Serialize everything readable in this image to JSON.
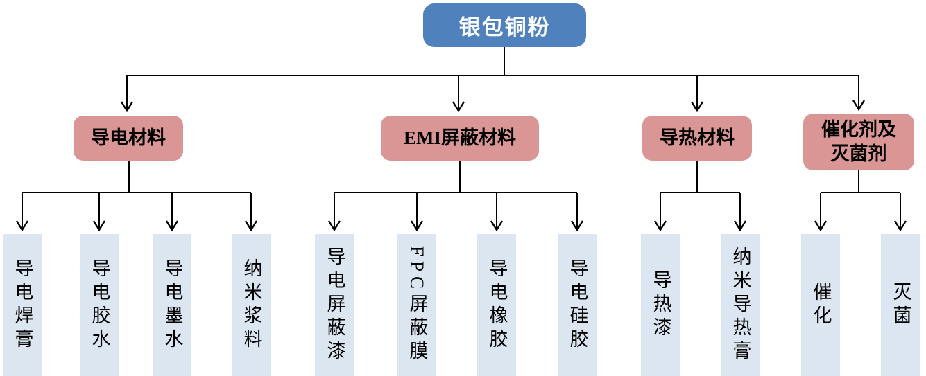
{
  "root": {
    "label": "银包铜粉"
  },
  "tree": {
    "groups": [
      {
        "category": {
          "label": "导电材料"
        },
        "children": [
          "导电焊膏",
          "导电胶水",
          "导电墨水",
          "纳米浆料"
        ]
      },
      {
        "category": {
          "label_prefix": "EMI",
          "label": "屏蔽材料"
        },
        "children": [
          "导电屏蔽漆",
          "FPC屏蔽膜",
          "导电橡胶",
          "导电硅胶"
        ]
      },
      {
        "category": {
          "label": "导热材料"
        },
        "children": [
          "导热漆",
          "纳米导热膏"
        ]
      },
      {
        "category": {
          "label": "催化剂及\n灭菌剂"
        },
        "children": [
          "催化",
          "灭菌"
        ]
      }
    ]
  },
  "colors": {
    "root_fill": "#4F81BD",
    "root_text": "#FFFFFF",
    "category_fill": "#D99694",
    "leaf_fill": "#DCE6F1",
    "line": "#000000",
    "background": "#FFFFFF"
  }
}
